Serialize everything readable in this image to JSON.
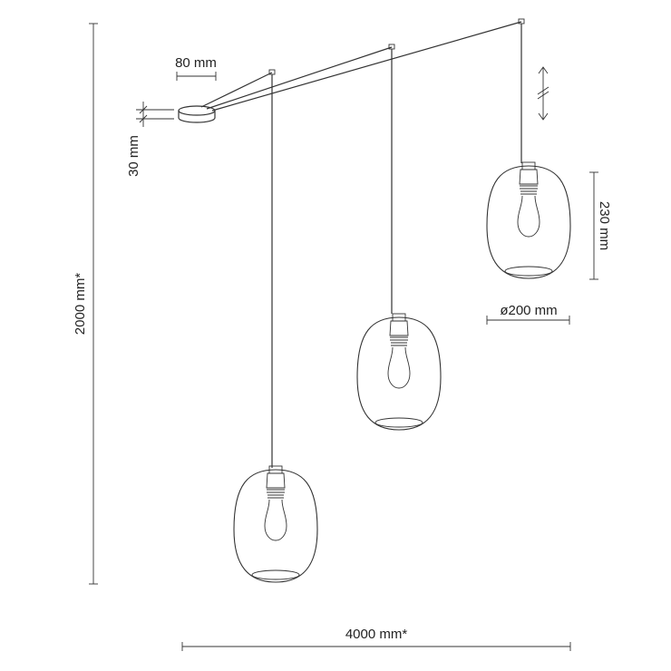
{
  "dimensions": {
    "canopy_width": "80 mm",
    "canopy_height": "30 mm",
    "total_height": "2000  mm*",
    "shade_height": "230 mm",
    "shade_diameter": "ø200 mm",
    "total_span": "4000 mm*"
  },
  "colors": {
    "line": "#333333",
    "text": "#222222",
    "background": "#ffffff"
  },
  "icons": {
    "adjust": "double-arrow-adjust-icon"
  }
}
